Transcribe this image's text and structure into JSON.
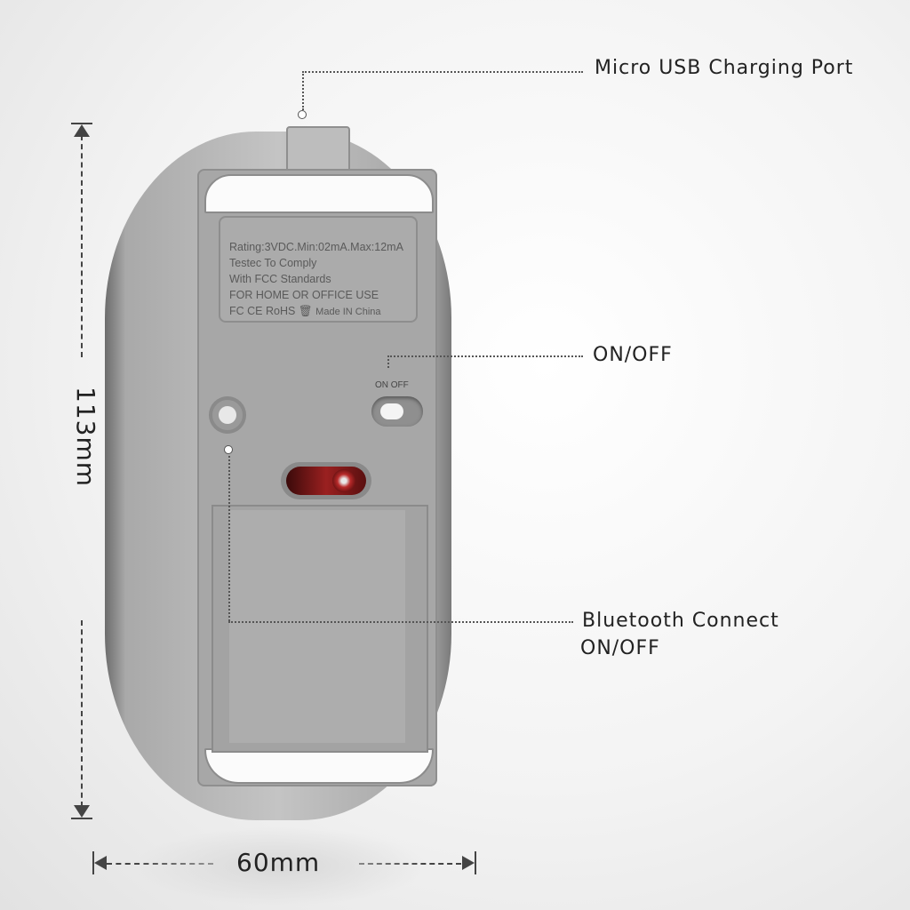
{
  "labels": {
    "usb_port": "Micro USB Charging Port",
    "power_switch": "ON/OFF",
    "bluetooth_line1": "Bluetooth  Connect",
    "bluetooth_line2": "ON/OFF"
  },
  "dimensions": {
    "height": "113mm",
    "width": "60mm"
  },
  "rating_plate": {
    "lines": [
      "Rating:3VDC.Min:02mA.Max:12mA",
      "Testec To Comply",
      "With FCC Standards",
      "FOR HOME OR OFFICE USE"
    ],
    "marks": "FC CE RoHS",
    "origin": "Made IN China"
  },
  "switch_marks": {
    "on": "ON",
    "off": "OFF"
  },
  "colors": {
    "body": "#a7a7a7",
    "sensor": "#7a1a1a"
  }
}
